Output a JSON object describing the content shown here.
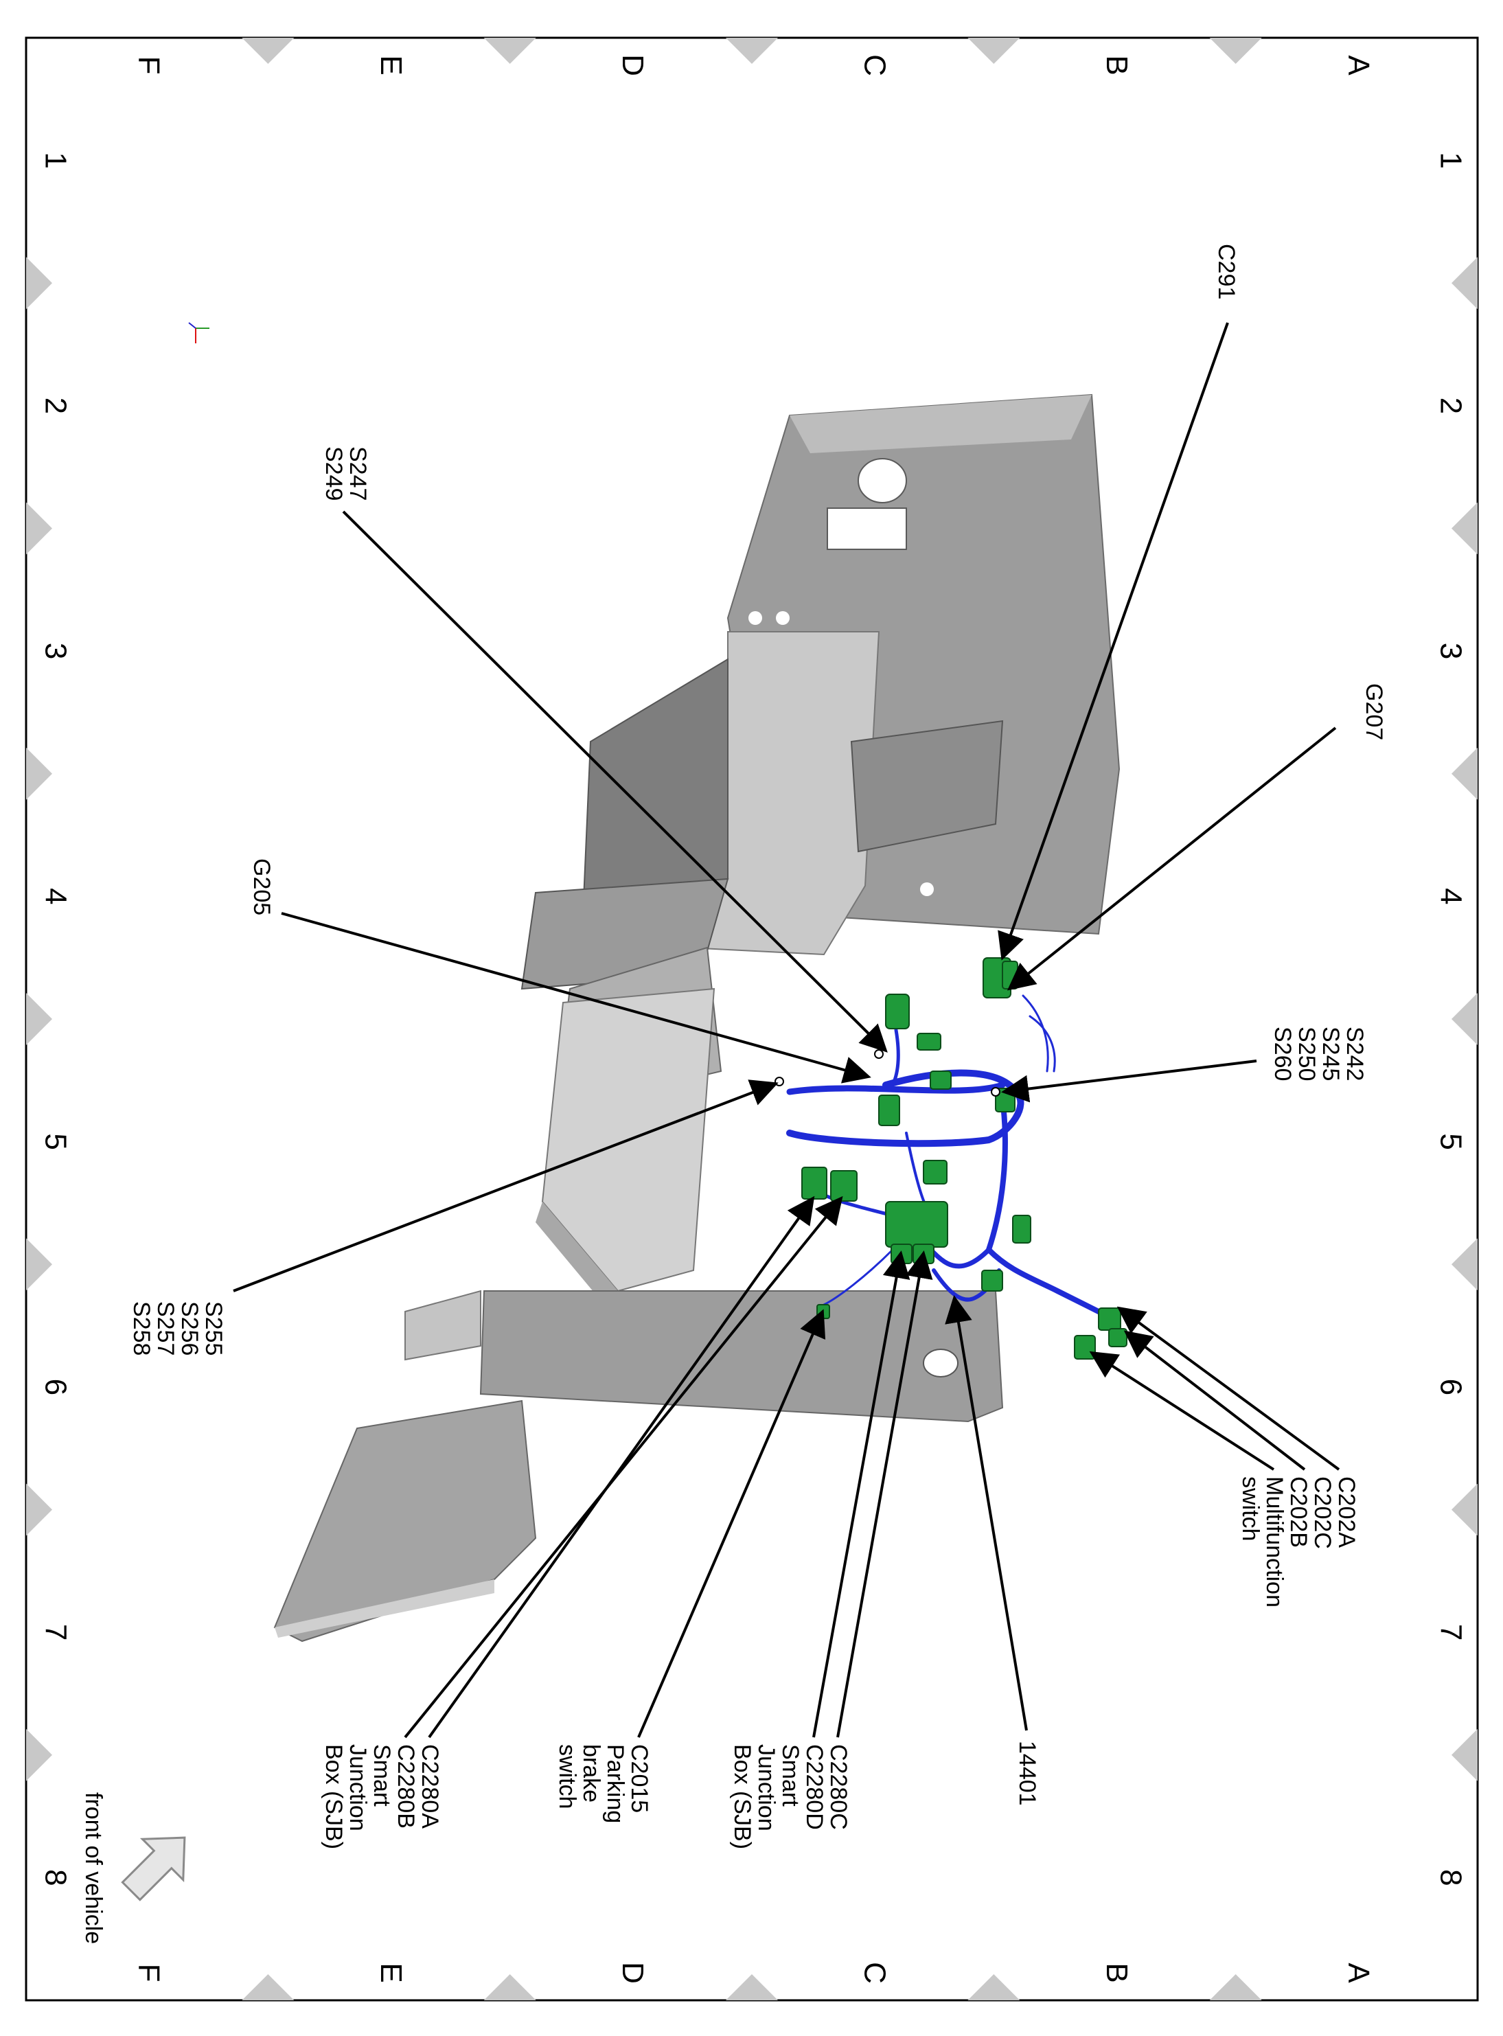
{
  "grid": {
    "letters": [
      "A",
      "B",
      "C",
      "D",
      "E",
      "F"
    ],
    "numbers": [
      "1",
      "2",
      "3",
      "4",
      "5",
      "6",
      "7",
      "8"
    ]
  },
  "labels": {
    "c291": "C291",
    "g207": "G207",
    "s247_group": [
      "S247",
      "S249"
    ],
    "g205": "G205",
    "s242_group": [
      "S242",
      "S245",
      "S250",
      "S260"
    ],
    "s255_group": [
      "S255",
      "S256",
      "S257",
      "S258"
    ],
    "c202_group": [
      "C202A",
      "C202C",
      "C202B",
      "Multifunction",
      "switch"
    ],
    "n14401": "14401",
    "c2280cd_group": [
      "C2280C",
      "C2280D",
      "Smart",
      "Junction",
      "Box (SJB)"
    ],
    "c2015_group": [
      "C2015",
      "Parking",
      "brake",
      "switch"
    ],
    "c2280ab_group": [
      "C2280A",
      "C2280B",
      "Smart",
      "Junction",
      "Box (SJB)"
    ],
    "front_of_vehicle": "front of vehicle"
  },
  "colors": {
    "harness": "#1f2bd6",
    "connector": "#1f9a3a",
    "panel": "#9a9a9a",
    "border_marker": "#c8c8c8"
  },
  "icons": [
    "axis-triad-icon",
    "front-arrow-icon"
  ]
}
